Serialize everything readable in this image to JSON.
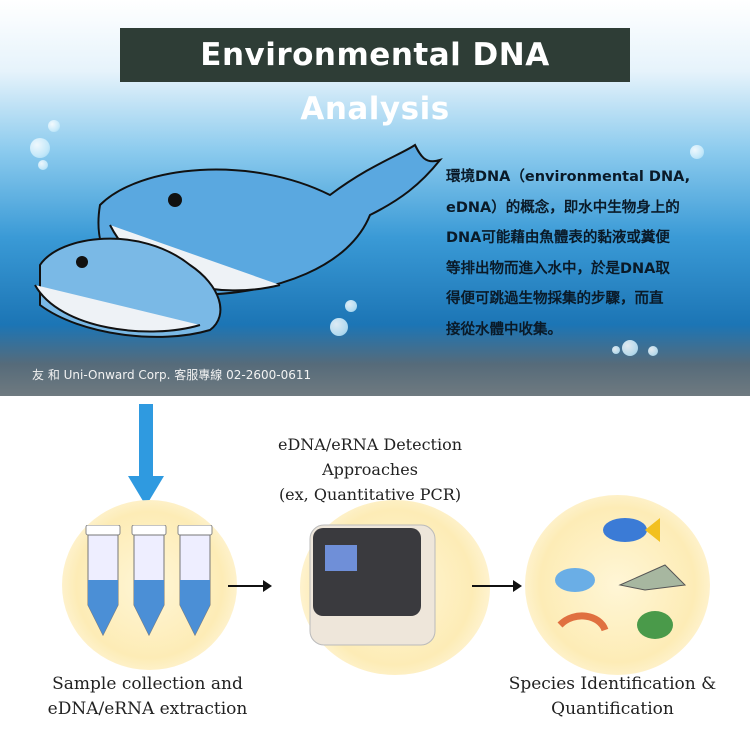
{
  "banner": {
    "title": "Environmental DNA Analysis",
    "description_lines": [
      "環境DNA（environmental DNA,",
      "eDNA）的概念，即水中生物身上的",
      "DNA可能藉由魚體表的黏液或糞便",
      "等排出物而進入水中，於是DNA取",
      "得便可跳過生物採集的步驟，而直",
      "接從水體中收集。"
    ],
    "footer": "友 和 Uni-Onward Corp. 客服專線 02-2600-0611"
  },
  "workflow": {
    "detection_lines": [
      "eDNA/eRNA Detection",
      "Approaches",
      "(ex, Quantitative PCR)"
    ],
    "step1_lines": [
      "Sample collection and",
      "eDNA/eRNA extraction"
    ],
    "step3_lines": [
      "Species Identification &",
      "Quantification"
    ]
  },
  "colors": {
    "title_bg": "#2e3d36",
    "arrow_blue": "#2f9ae0",
    "whale": "#5aa8e0"
  }
}
